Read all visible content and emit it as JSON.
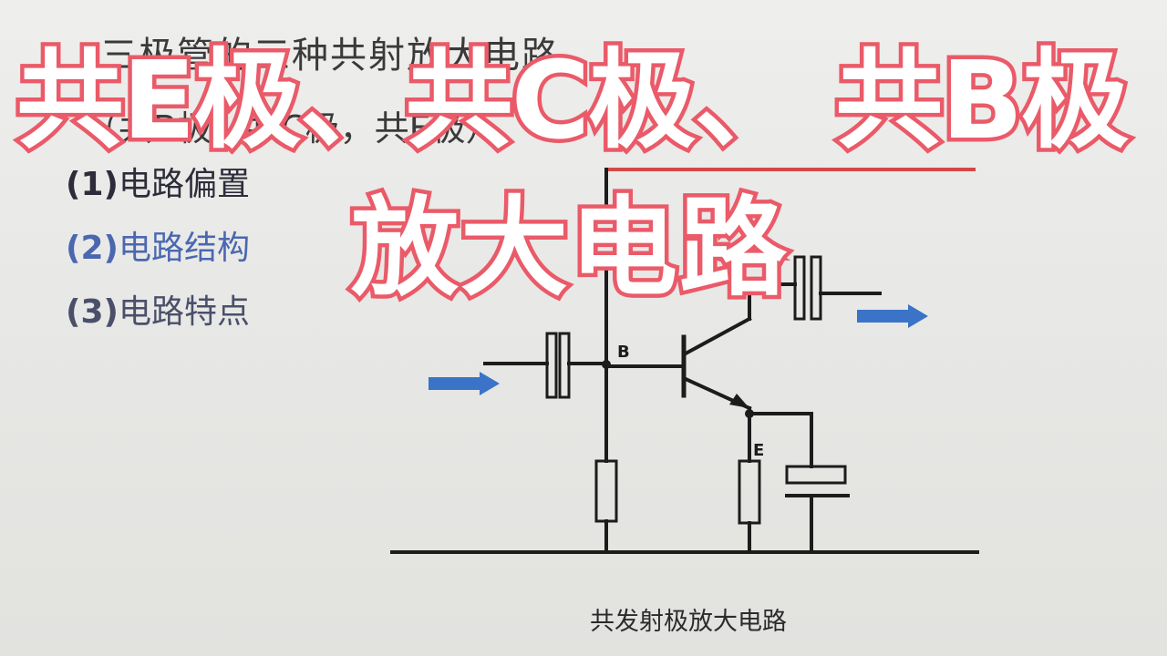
{
  "slide": {
    "title": "三极管的三种共射放大电路",
    "subtitle": "（共B极，共C极，共E极）",
    "list": [
      {
        "num": "(1)",
        "text": "电路偏置"
      },
      {
        "num": "(2)",
        "text": "电路结构"
      },
      {
        "num": "(3)",
        "text": "电路特点"
      }
    ],
    "caption": "共发射极放大电路"
  },
  "diagram": {
    "labels": {
      "base": "B",
      "emitter": "E"
    },
    "colors": {
      "wire": "#1c1c1c",
      "arrow": "#3a73c8",
      "supply": "#d34848"
    }
  },
  "overlay": {
    "line1": "共E极、共C极、 共B极",
    "line2": "放大电路",
    "colors": {
      "fill": "#ffffff",
      "stroke": "#ea5a68"
    }
  }
}
